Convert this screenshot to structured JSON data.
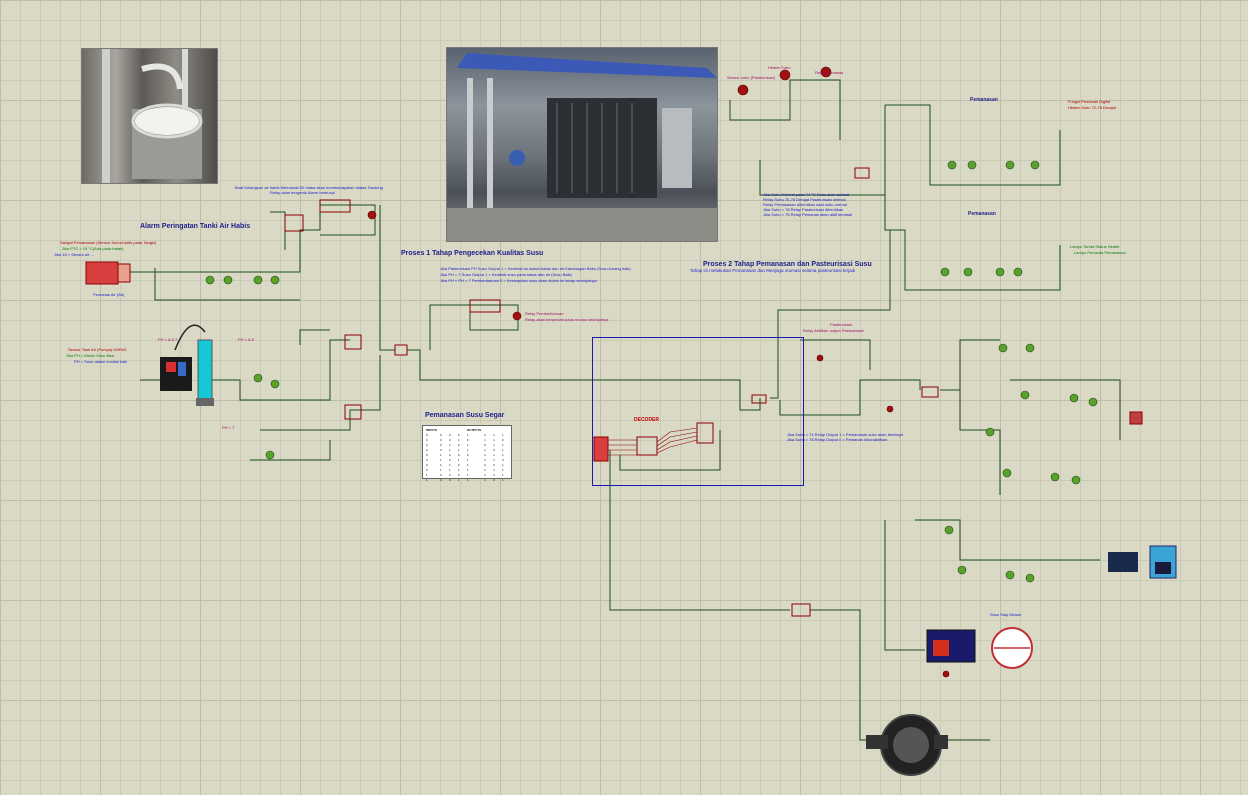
{
  "titles": {
    "alarm": "Alarm Peringatan Tanki Air Habis",
    "proses1": "Proses 1 Tahap Pengecekan Kualitas Susu",
    "proses2": "Proses 2 Tahap Pemanasan dan Pasteurisasi Susu",
    "proses2_sub": "Tahap ini melakukan Pemanasan dan Menjaga otomasi selama pasteurisasi terjadi",
    "pemanasan_susu_segar": "Pemanasan Susu Segar",
    "pemanasan1": "Pemanasan",
    "pemanasan2": "Pemanasan",
    "decoder": "DECODER"
  },
  "notes": {
    "alarm_top": "Buat Kelangsan air habis Memasuki 50 maka akan membahayakan diatas Tandung",
    "alarm_top2": "Relay akan bergerak Alarm berbunyi",
    "alarm_left1": "Sangat Pemanasan (Sensor Suhu/Listrik pada Tangki)",
    "alarm_left2": "Jika PTC > 15 °C(Ada pada batas)",
    "alarm_left3": "Jika 15 < Sensor Air ...",
    "alarm_bottom": "Pemanas Air (Air)",
    "sensor_left1": "Sensor Tank Air (Pompa) KAPAS",
    "sensor_left2": "Jika PH > Mesin Susu Basi",
    "sensor_left3": "PH = Susu dalam kondisi baik",
    "ph1": "PH > 6.8-7",
    "ph2": "PH < 6.8",
    "ph3": "PH < 7",
    "proses1_a": "Jika Pasteurisasi PH Susu Output 1 = Kembali air dalam batas dan air Kandungan Baku (Susu kurang baik)",
    "proses1_b": "Jika PH = 7 Susu Output 1 = Kembali susu pada batas dan air (Susu Baik)",
    "proses1_c": "Jika PH < PH > 7 Pemberitahuan 0 = Kesimpulan susu akan diolah ke tahap selanjutnya",
    "relay_pasteur": "Relay Pemberitahuan",
    "relay_pasteur2": "Relay akan berpindah pada modus selanjutnya",
    "p2_list1": "Jika Suhu Normal pada 74 °C Susu akan selesai",
    "p2_list2": "Relay Suhu 75-78 Derajat Pasteurisasi selesai",
    "p2_list3": "Relay Pemanasan dihentikan saat suhu normal",
    "p2_list4": "Jika Suhu > 78 Relay Pasteurisasi dihentikan",
    "p2_list5": "Jika Suhu < 75 Relay Pemanas akan aktif kembali",
    "right_top1": "Sensor suhu (Pasteurisasi)",
    "right_top2": "Heater Suhu",
    "right_top3": "Relay Pemanas",
    "right_status1": "Fungsi Pemanas Digital",
    "right_status2": "Heater Suhu 72-78 Derajat",
    "right_note1": "Lampu Tanda Status Heater",
    "right_note2": "Lampu Penanda Pemanasan",
    "mid_note1": "Jika Suhu < 74 Relay Output 1 = Pemanasan susu akan berlanjut",
    "mid_note2": "Jika Suhu > 78 Relay Output 0 = Pemanas dinonaktifkan",
    "bottom_label": "Susu Siap Minum",
    "pasteur_label": "Pasteurisasi",
    "pasteur_label2": "Relay Aktifkan output Pasteurisasi"
  },
  "table": {
    "header": [
      "INPUTS",
      "",
      "",
      "",
      "OUTPUTS",
      "",
      "",
      ""
    ],
    "rows": [
      [
        "0",
        "0",
        "0",
        "0",
        "1",
        "1",
        "1",
        "1"
      ],
      [
        "0",
        "0",
        "0",
        "1",
        "0",
        "1",
        "1",
        "0"
      ],
      [
        "0",
        "0",
        "1",
        "0",
        "1",
        "0",
        "1",
        "1"
      ],
      [
        "0",
        "0",
        "1",
        "1",
        "1",
        "1",
        "0",
        "1"
      ],
      [
        "0",
        "1",
        "0",
        "0",
        "0",
        "1",
        "1",
        "1"
      ],
      [
        "0",
        "1",
        "0",
        "1",
        "1",
        "1",
        "1",
        "0"
      ],
      [
        "0",
        "1",
        "1",
        "0",
        "1",
        "0",
        "0",
        "1"
      ],
      [
        "0",
        "1",
        "1",
        "1",
        "1",
        "1",
        "1",
        "1"
      ],
      [
        "1",
        "0",
        "0",
        "0",
        "1",
        "1",
        "1",
        "1"
      ],
      [
        "1",
        "0",
        "0",
        "1",
        "1",
        "1",
        "0",
        "1"
      ]
    ]
  },
  "colors": {
    "wire": "#1a4d1a",
    "component": "#8b0000",
    "title": "#1e1e8a",
    "blue_box": "#1a1ab0"
  }
}
